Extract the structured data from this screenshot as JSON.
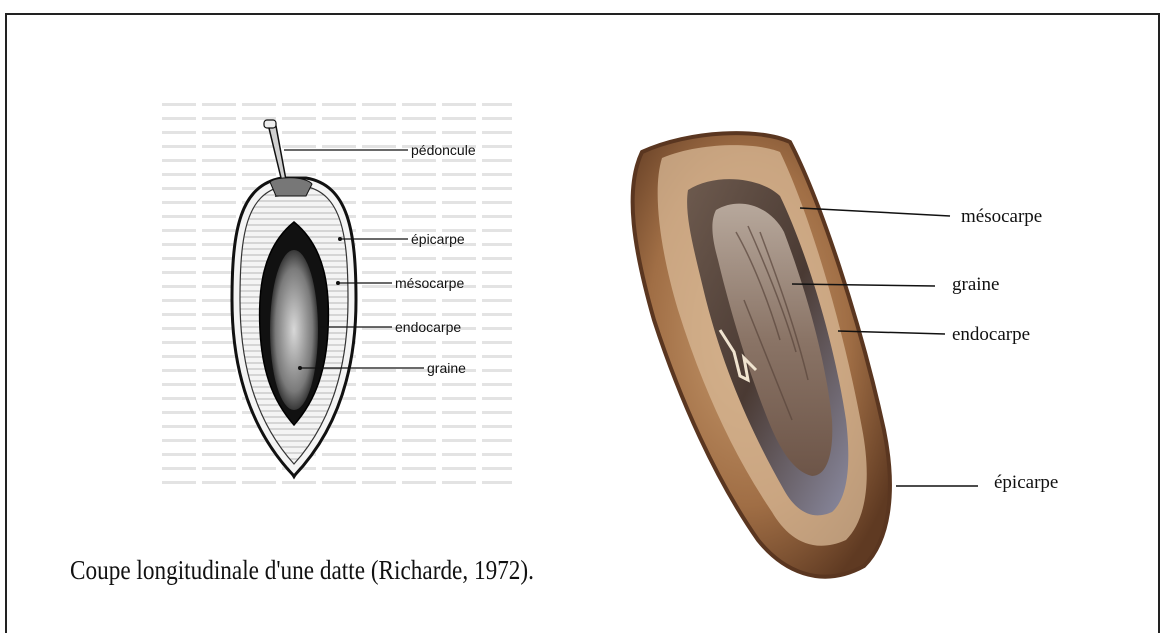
{
  "sketch": {
    "labels": {
      "peduncle": "pédoncule",
      "epicarp": "épicarpe",
      "mesocarp": "mésocarpe",
      "endocarp": "endocarpe",
      "seed": "graine"
    }
  },
  "photo": {
    "labels": {
      "mesocarp": "mésocarpe",
      "seed": "graine",
      "endocarp": "endocarpe",
      "epicarp": "épicarpe"
    }
  },
  "caption": "Coupe longitudinale d'une datte (Richarde, 1972)."
}
